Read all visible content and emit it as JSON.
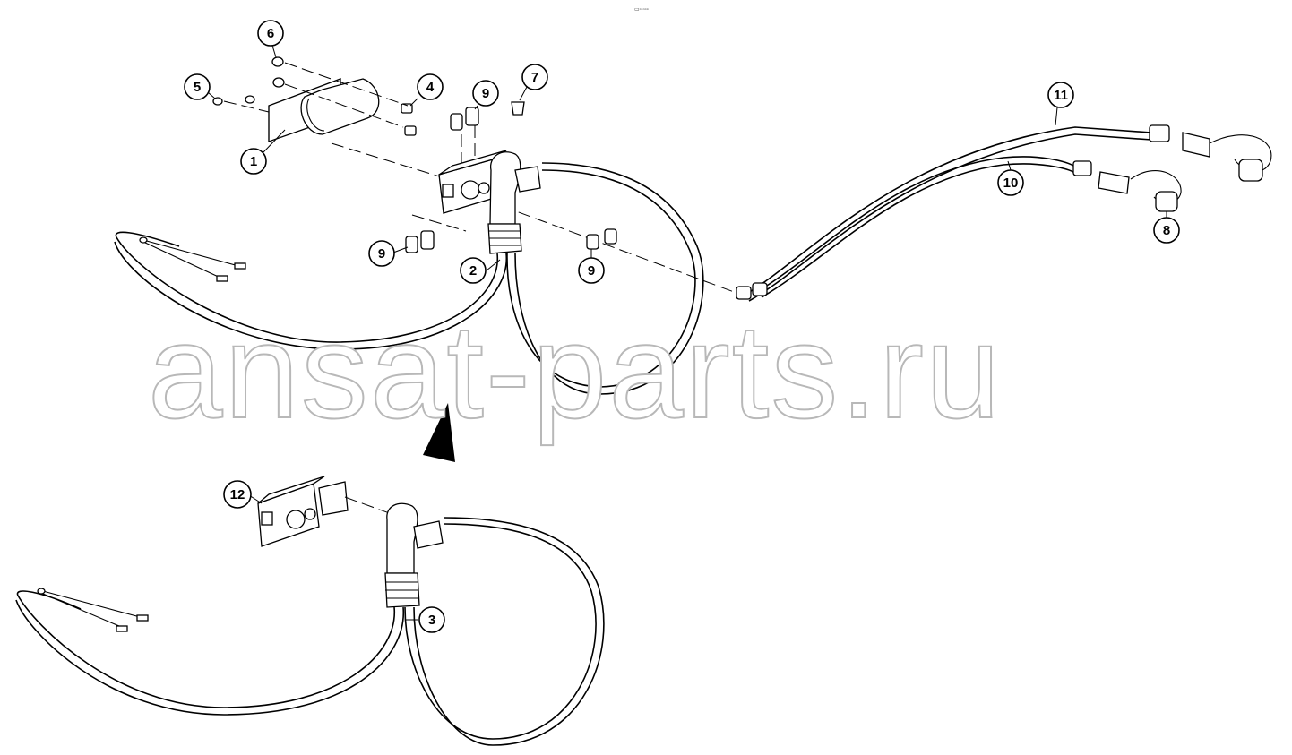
{
  "header": {
    "code": "▭▫ ▫▫▫"
  },
  "watermark": {
    "text": "ansat-parts.ru"
  },
  "callouts": [
    {
      "id": "callout-1",
      "label": "1"
    },
    {
      "id": "callout-2",
      "label": "2"
    },
    {
      "id": "callout-3",
      "label": "3"
    },
    {
      "id": "callout-4",
      "label": "4"
    },
    {
      "id": "callout-5",
      "label": "5"
    },
    {
      "id": "callout-6",
      "label": "6"
    },
    {
      "id": "callout-7",
      "label": "7"
    },
    {
      "id": "callout-8",
      "label": "8"
    },
    {
      "id": "callout-9a",
      "label": "9"
    },
    {
      "id": "callout-9b",
      "label": "9"
    },
    {
      "id": "callout-9c",
      "label": "9"
    },
    {
      "id": "callout-10",
      "label": "10"
    },
    {
      "id": "callout-11",
      "label": "11"
    },
    {
      "id": "callout-12",
      "label": "12"
    }
  ],
  "icons": {
    "view-arrow": "triangle-arrow-icon"
  }
}
